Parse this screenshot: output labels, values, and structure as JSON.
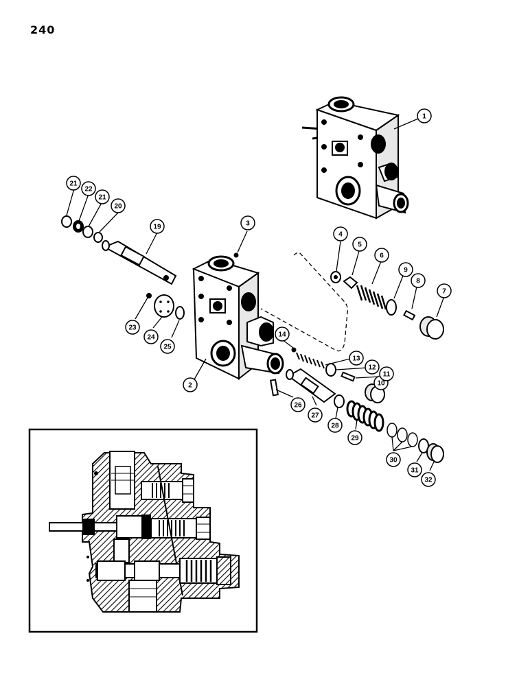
{
  "page": {
    "number": "240"
  },
  "callouts": [
    {
      "label": "1"
    },
    {
      "label": "2"
    },
    {
      "label": "3"
    },
    {
      "label": "4"
    },
    {
      "label": "5"
    },
    {
      "label": "6"
    },
    {
      "label": "7"
    },
    {
      "label": "8"
    },
    {
      "label": "9"
    },
    {
      "label": "10"
    },
    {
      "label": "11"
    },
    {
      "label": "12"
    },
    {
      "label": "13"
    },
    {
      "label": "14"
    },
    {
      "label": "19"
    },
    {
      "label": "20"
    },
    {
      "label": "21"
    },
    {
      "label": "22"
    },
    {
      "label": "21"
    },
    {
      "label": "23"
    },
    {
      "label": "24"
    },
    {
      "label": "25"
    },
    {
      "label": "26"
    },
    {
      "label": "27"
    },
    {
      "label": "28"
    },
    {
      "label": "29"
    },
    {
      "label": "30"
    },
    {
      "label": "31"
    },
    {
      "label": "32"
    }
  ]
}
